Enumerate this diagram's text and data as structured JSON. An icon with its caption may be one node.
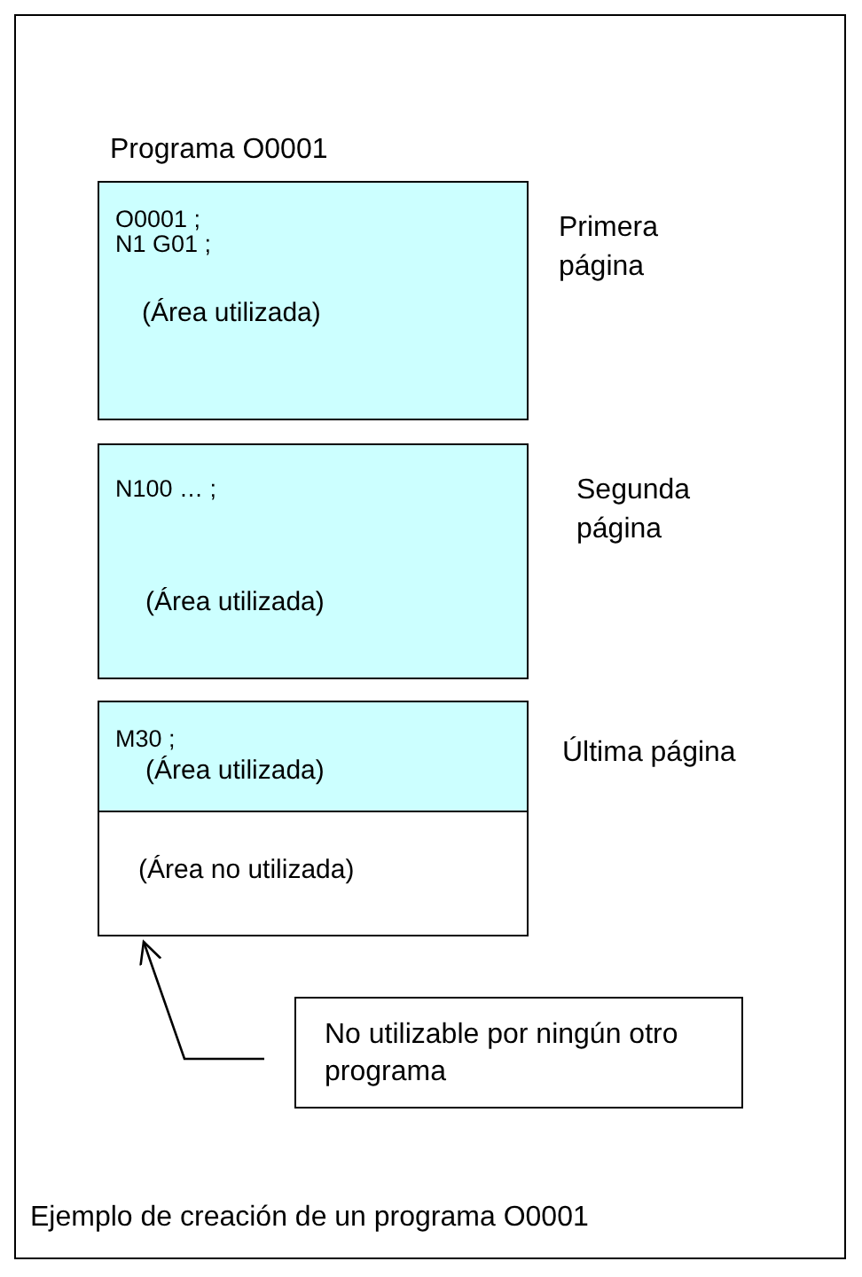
{
  "diagram": {
    "title": "Programa O0001",
    "caption": "Ejemplo de creación de un programa O0001",
    "nodes": [
      {
        "text": [
          "O0001 ;",
          "N1 G01 ;",
          "(Área utilizada)"
        ],
        "beside": [
          "Primera página"
        ]
      },
      {
        "text": [
          "N100 … ;",
          "(Área utilizada)"
        ],
        "beside": [
          "Segunda página"
        ]
      },
      {
        "text": [
          "M30 ;",
          "(Área utilizada)"
        ],
        "beside": [
          "Última página"
        ]
      },
      {
        "text": [
          "(Área no utilizada)"
        ]
      },
      {
        "text": [
          "No utilizable por ningún otro programa"
        ]
      }
    ],
    "edges": [
      {
        "from": 4,
        "to": 3,
        "arrow": "to"
      }
    ]
  }
}
